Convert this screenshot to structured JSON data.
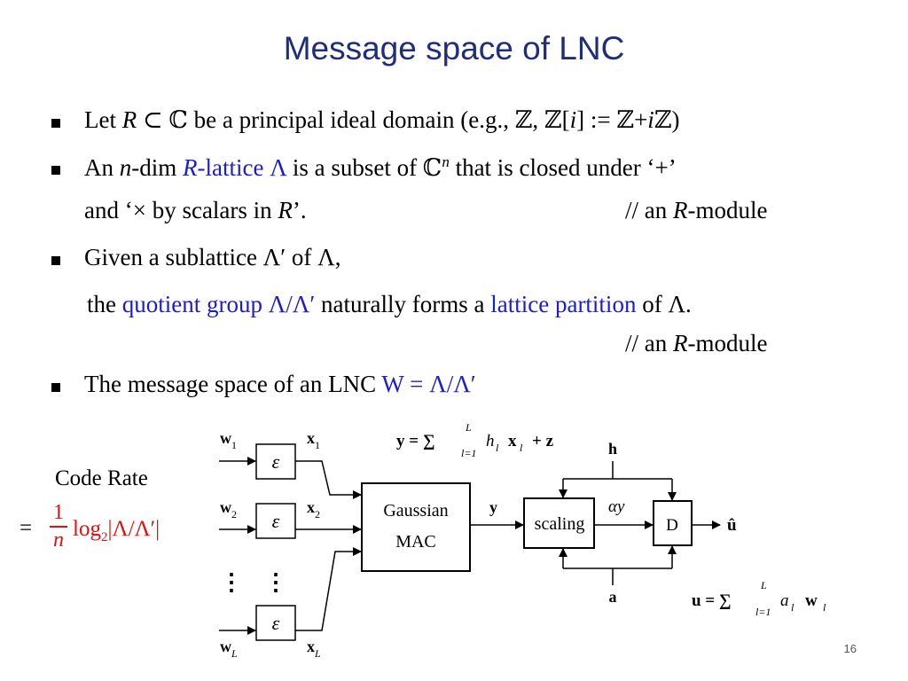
{
  "title": "Message space of LNC",
  "bullets": {
    "b1": {
      "text_a": "Let ",
      "r": "R",
      "text_b": " ⊂ ℂ be a principal ideal domain (e.g., ℤ, ℤ[",
      "i1": "i",
      "text_c": "] := ℤ+",
      "i2": "i",
      "text_d": "ℤ)"
    },
    "b2": {
      "text_a": "An ",
      "n": "n",
      "text_b": "-dim ",
      "blue_r": "R",
      "blue_text": "-lattice Λ",
      "text_c": " is a subset of ℂ",
      "sup_n": "n",
      "text_d": " that is closed under ‘+’",
      "line2_a": "and ‘× by scalars in ",
      "line2_r": "R",
      "line2_b": "’.",
      "comment_a": "// an ",
      "comment_r": "R",
      "comment_b": "-module"
    },
    "b3": {
      "text": "Given a sublattice Λ′ of Λ,",
      "line2_a": "the ",
      "line2_blue1": "quotient group Λ/Λ′",
      "line2_b": " naturally forms a ",
      "line2_blue2": "lattice partition",
      "line2_c": " of Λ.",
      "comment_a": "// an ",
      "comment_r": "R",
      "comment_b": "-module"
    },
    "b4": {
      "text": "The message space of an LNC ",
      "blue": "W = Λ/Λ′"
    }
  },
  "code_rate": {
    "label": "Code Rate",
    "eq": "=",
    "num": "1",
    "den": "n",
    "log": "log",
    "log_sub": "2",
    "arg": "|Λ/Λ′|"
  },
  "diagram": {
    "w1": "w",
    "w1_sub": "1",
    "w2": "w",
    "w2_sub": "2",
    "wL": "w",
    "wL_sub": "L",
    "x1": "x",
    "x1_sub": "1",
    "x2": "x",
    "x2_sub": "2",
    "xL": "x",
    "xL_sub": "L",
    "enc": "ε",
    "mac_line1": "Gaussian",
    "mac_line2": "MAC",
    "y_label": "y",
    "scaling": "scaling",
    "alpha_y": "αy",
    "d_box": "D",
    "u_hat": "û",
    "h_label": "h",
    "a_label": "a",
    "eq_y": "y = ∑",
    "eq_y_sup": "L",
    "eq_y_sub": "l=1",
    "eq_y_rest_h": "h",
    "eq_y_rest_l": "l",
    "eq_y_x": "x",
    "eq_y_xl": "l",
    "eq_y_z": "+ z",
    "eq_u": "u = ∑",
    "eq_u_sup": "L",
    "eq_u_sub": "l=1",
    "eq_u_a": "a",
    "eq_u_al": "l",
    "eq_u_w": "w",
    "eq_u_wl": "l",
    "dots": "⋮"
  },
  "page_number": "16",
  "colors": {
    "title": "#1f2d7a",
    "blue": "#1c1cd0",
    "red": "#e01010"
  }
}
